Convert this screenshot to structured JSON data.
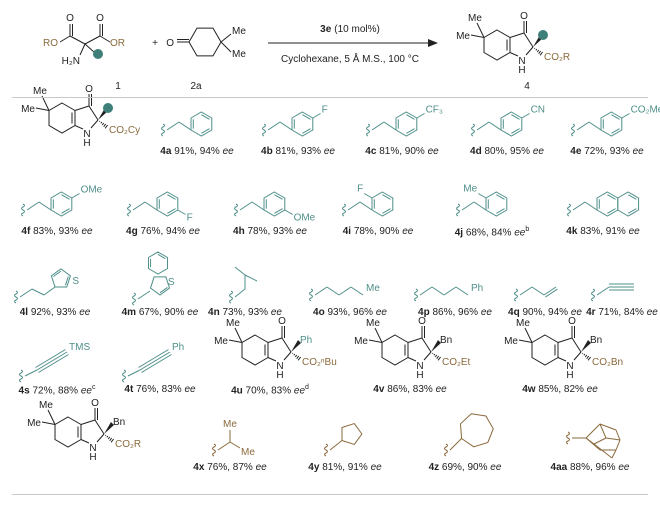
{
  "colors": {
    "aryl": "#4f8f8a",
    "ester": "#8a6a3c",
    "bond": "#222222",
    "dot": "#3f7f7a"
  },
  "atoms": {
    "O": "O",
    "N": "N",
    "H": "H",
    "Me": "Me",
    "S": "S"
  },
  "ee_label": "ee",
  "scheme": {
    "reactant1": {
      "id": "1",
      "ro": "RO",
      "or": "OR",
      "amine": "H₂N"
    },
    "plus": "+",
    "reactant2": {
      "id": "2a"
    },
    "catalyst": "3e",
    "catalyst_loading": "(10 mol%)",
    "conditions": "Cyclohexane, 5 Å M.S., 100 °C",
    "product": {
      "id": "4",
      "ester": "CO₂R"
    }
  },
  "entries": [
    {
      "id": "",
      "result": "",
      "note": "",
      "kind": "core",
      "sub": "dot",
      "ester": "CO₂Cy"
    },
    {
      "id": "4a",
      "result": "91%, 94%",
      "note": "",
      "kind": "benzyl",
      "pos": "",
      "sub": ""
    },
    {
      "id": "4b",
      "result": "81%, 93%",
      "note": "",
      "kind": "benzyl",
      "pos": "para",
      "sub": "F"
    },
    {
      "id": "4c",
      "result": "81%, 90%",
      "note": "",
      "kind": "benzyl",
      "pos": "para",
      "sub": "CF₃"
    },
    {
      "id": "4d",
      "result": "80%, 95%",
      "note": "",
      "kind": "benzyl",
      "pos": "para",
      "sub": "CN"
    },
    {
      "id": "4e",
      "result": "72%, 93%",
      "note": "",
      "kind": "benzyl",
      "pos": "para",
      "sub": "CO₂Me"
    },
    {
      "id": "4f",
      "result": "83%, 93%",
      "note": "",
      "kind": "benzyl",
      "pos": "para",
      "sub": "OMe"
    },
    {
      "id": "4g",
      "result": "76%, 94%",
      "note": "",
      "kind": "benzyl",
      "pos": "meta",
      "sub": "F"
    },
    {
      "id": "4h",
      "result": "78%, 93%",
      "note": "",
      "kind": "benzyl",
      "pos": "meta",
      "sub": "OMe"
    },
    {
      "id": "4i",
      "result": "78%, 90%",
      "note": "",
      "kind": "benzyl",
      "pos": "ortho",
      "sub": "F"
    },
    {
      "id": "4j",
      "result": "68%, 84%",
      "note": "b",
      "kind": "benzyl",
      "pos": "ortho",
      "sub": "Me"
    },
    {
      "id": "4k",
      "result": "83%, 91%",
      "note": "",
      "kind": "naphthyl"
    },
    {
      "id": "4l",
      "result": "92%, 93%",
      "note": "",
      "kind": "thienyl"
    },
    {
      "id": "4m",
      "result": "67%, 90%",
      "note": "",
      "kind": "benzothienyl"
    },
    {
      "id": "4n",
      "result": "73%, 93%",
      "note": "",
      "kind": "isobutyl"
    },
    {
      "id": "4o",
      "result": "93%, 96%",
      "note": "",
      "kind": "chain",
      "sub": "Me"
    },
    {
      "id": "4p",
      "result": "86%, 96%",
      "note": "",
      "kind": "chain",
      "sub": "Ph"
    },
    {
      "id": "4q",
      "result": "90%, 94%",
      "note": "",
      "kind": "allyl"
    },
    {
      "id": "4r",
      "result": "71%, 84%",
      "note": "",
      "kind": "propargyl"
    },
    {
      "id": "4s",
      "result": "72%, 88%",
      "note": "c",
      "kind": "alkyne",
      "sub": "TMS"
    },
    {
      "id": "4t",
      "result": "76%, 83%",
      "note": "",
      "kind": "alkyne",
      "sub": "Ph"
    },
    {
      "id": "4u",
      "result": "70%, 83%",
      "note": "d",
      "kind": "core",
      "sub": "Ph",
      "ester": "CO₂ⁿBu"
    },
    {
      "id": "4v",
      "result": "86%, 83%",
      "note": "",
      "kind": "core",
      "sub": "Bn",
      "ester": "CO₂Et"
    },
    {
      "id": "4w",
      "result": "85%, 82%",
      "note": "",
      "kind": "core",
      "sub": "Bn",
      "ester": "CO₂Bn"
    },
    {
      "id": "",
      "result": "",
      "note": "",
      "kind": "core",
      "sub": "Bn",
      "ester": "CO₂R"
    },
    {
      "id": "4x",
      "result": "76%, 87%",
      "note": "",
      "kind": "isopropyl",
      "sub": "Me"
    },
    {
      "id": "4y",
      "result": "81%, 91%",
      "note": "",
      "kind": "ring",
      "size": 5
    },
    {
      "id": "4z",
      "result": "69%, 90%",
      "note": "",
      "kind": "ring",
      "size": 7
    },
    {
      "id": "4aa",
      "result": "88%, 96%",
      "note": "",
      "kind": "adamantyl"
    }
  ]
}
